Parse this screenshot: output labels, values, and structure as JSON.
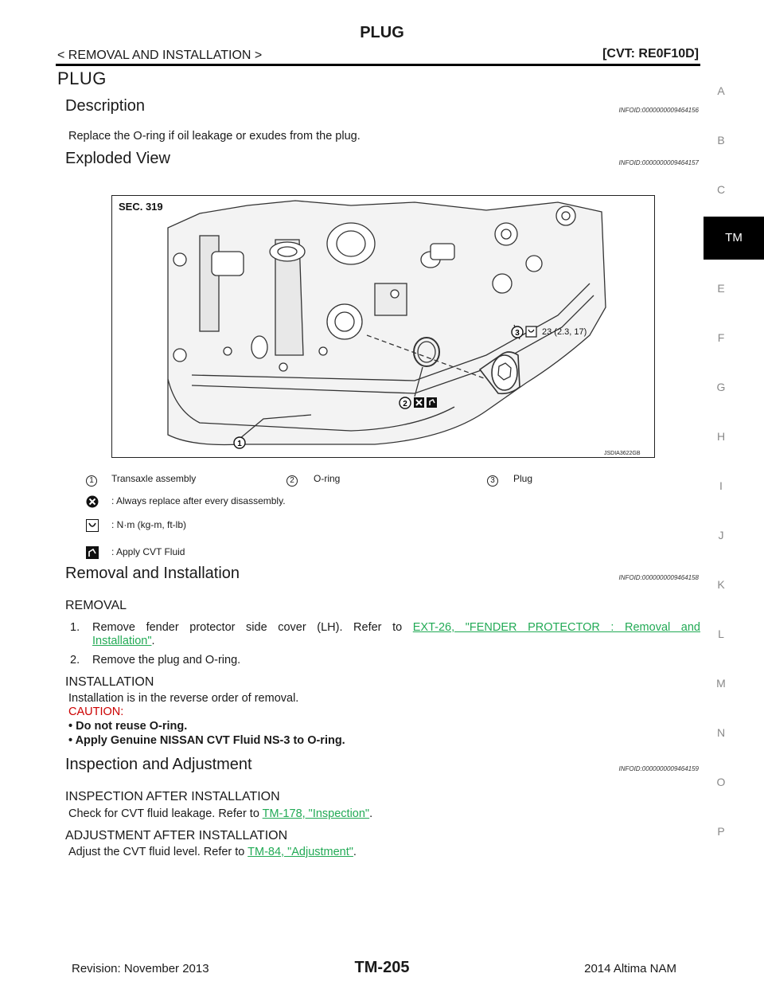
{
  "header": {
    "title": "PLUG",
    "section": "< REMOVAL AND INSTALLATION >",
    "model": "[CVT: RE0F10D]"
  },
  "side_index": {
    "letters": [
      "A",
      "B",
      "C",
      "E",
      "F",
      "G",
      "H",
      "I",
      "J",
      "K",
      "L",
      "M",
      "N",
      "O",
      "P"
    ],
    "active": "TM"
  },
  "page_heading": "PLUG",
  "description": {
    "heading": "Description",
    "infoid": "INFOID:0000000009464156",
    "text": "Replace the O-ring if oil leakage or exudes from the plug."
  },
  "exploded": {
    "heading": "Exploded View",
    "infoid": "INFOID:0000000009464157",
    "figure": {
      "sec_label": "SEC. 319",
      "torque": "23 (2.3, 17)",
      "callout_1": "1",
      "callout_2": "2",
      "callout_3": "3",
      "image_id": "JSDIA3622GB"
    },
    "legend": {
      "items": [
        {
          "num": "1",
          "label": "Transaxle assembly"
        },
        {
          "num": "2",
          "label": "O-ring"
        },
        {
          "num": "3",
          "label": "Plug"
        }
      ],
      "symbols": [
        {
          "icon": "replace-icon",
          "text": ": Always replace after every disassembly."
        },
        {
          "icon": "torque-icon",
          "text": ": N·m (kg-m, ft-lb)"
        },
        {
          "icon": "fluid-icon",
          "text": ": Apply CVT Fluid"
        }
      ]
    }
  },
  "removal": {
    "heading": "Removal and Installation",
    "infoid": "INFOID:0000000009464158",
    "removal_label": "REMOVAL",
    "step1_num": "1.",
    "step1_prefix": "Remove fender protector side cover (LH). Refer to ",
    "step1_link_a": "EXT-26, \"FENDER PROTECTOR : Removal and",
    "step1_link_b": "Installation\"",
    "step1_suffix": ".",
    "step2_num": "2.",
    "step2_text": "Remove the plug and O-ring.",
    "installation_label": "INSTALLATION",
    "install_text": "Installation is in the reverse order of removal.",
    "caution_label": "CAUTION:",
    "caution_1": "•  Do not reuse O-ring.",
    "caution_2": "•  Apply Genuine NISSAN CVT Fluid NS-3 to O-ring."
  },
  "inspection": {
    "heading": "Inspection and Adjustment",
    "infoid": "INFOID:0000000009464159",
    "after_install_label": "INSPECTION AFTER INSTALLATION",
    "after_install_prefix": "Check for CVT fluid leakage. Refer to ",
    "after_install_link": "TM-178, \"Inspection\"",
    "after_install_suffix": ".",
    "adjust_label": "ADJUSTMENT AFTER INSTALLATION",
    "adjust_prefix": "Adjust the CVT fluid level. Refer to ",
    "adjust_link": "TM-84, \"Adjustment\"",
    "adjust_suffix": "."
  },
  "footer": {
    "revision": "Revision: November 2013",
    "page": "TM-205",
    "model": "2014 Altima NAM"
  }
}
